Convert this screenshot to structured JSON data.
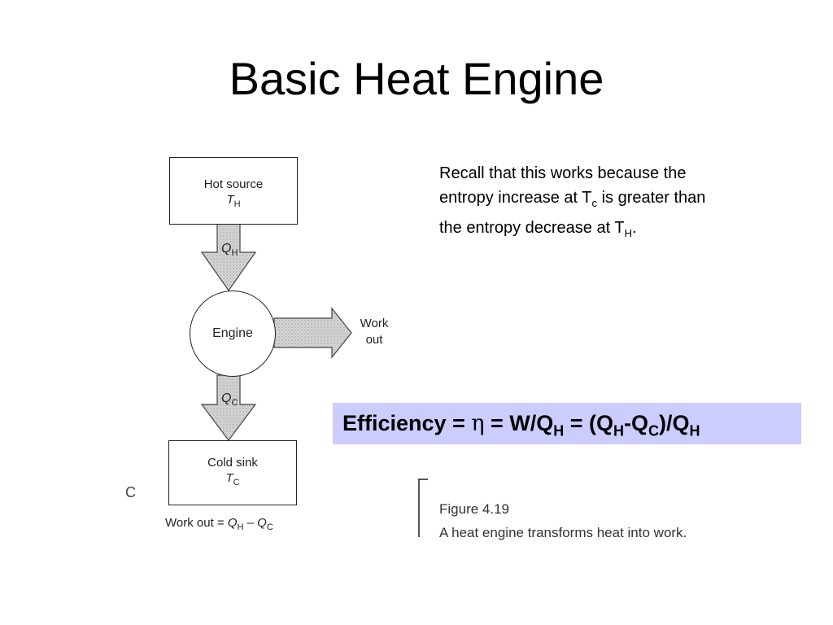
{
  "slide": {
    "title": "Basic Heat Engine"
  },
  "diagram": {
    "hot_source": {
      "label": "Hot source",
      "temp_symbol": "T",
      "temp_sub": "H"
    },
    "cold_sink": {
      "label": "Cold sink",
      "temp_symbol": "T",
      "temp_sub": "C"
    },
    "engine_label": "Engine",
    "q_hot": {
      "symbol": "Q",
      "sub": "H"
    },
    "q_cold": {
      "symbol": "Q",
      "sub": "C"
    },
    "work_out_line1": "Work",
    "work_out_line2": "out",
    "formula": {
      "prefix": "Work out = ",
      "q1": "Q",
      "q1_sub": "H",
      "minus": " – ",
      "q2": "Q",
      "q2_sub": "C"
    },
    "stray_mark": "C"
  },
  "recall": {
    "part1": "Recall that this works because the entropy increase at T",
    "sub1": "c",
    "part2": " is greater than the entropy decrease at T",
    "sub2": "H",
    "part3": "."
  },
  "efficiency": {
    "text1": "Efficiency = ",
    "eta": "η",
    "text2": " = W/Q",
    "sub1": "H",
    "text3": " = (Q",
    "sub2": "H",
    "text4": "-Q",
    "sub3": "C",
    "text5": ")/Q",
    "sub4": "H",
    "highlight_color": "#ccccff"
  },
  "figure": {
    "title": "Figure 4.19",
    "caption": "A heat engine transforms heat into work."
  }
}
